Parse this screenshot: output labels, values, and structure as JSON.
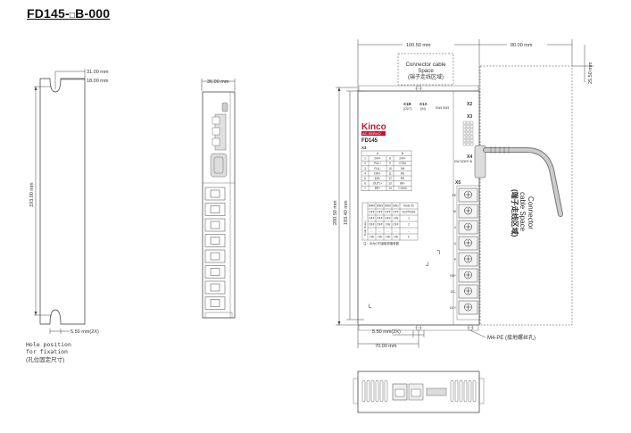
{
  "title": "FD145-",
  "title_box": "□",
  "title_suffix": "B-000",
  "left_view": {
    "dim_31": "31.00 mm",
    "dim_18": "18.00 mm",
    "dim_193": "193.00 mm",
    "dim_slot": "5.50 mm(2X)",
    "note_line1": "Hole position",
    "note_line2": "for fixation",
    "note_line3": "(孔位固定尺寸)"
  },
  "side_view": {
    "dim_36": "36.00 mm"
  },
  "front_view": {
    "dim_100": "100.50 mm",
    "dim_80": "80.00 mm",
    "dim_25": "25.50 mm",
    "dim_200": "200.50 mm",
    "dim_193": "193.40 mm",
    "dim_slot": "5.50 mm(2X)",
    "dim_70": "70.00 mm",
    "top_space_line1": "Connector cable",
    "top_space_line2": "Space",
    "top_space_line3": "(端子走线区域)",
    "right_space_line1": "Connector",
    "right_space_line2": "cable Space",
    "right_space_line3": "(端子走线区域)",
    "pe_label": "M4-PE (接地螺丝孔)",
    "brand": "Kinco",
    "ac_servo": "AC SERVO",
    "model": "FD145",
    "x1b_line1": "X1B",
    "x1b_line2": "(OUT)",
    "x1a_line1": "X1A",
    "x1a_line2": "(IN)",
    "sw_label": "SW4 SW3",
    "x2": "X2",
    "x3": "X3",
    "x4": "X4",
    "x4_sub": "ENCODER IN",
    "x5": "X5",
    "x3_col_a": "A",
    "x3_col_b": "B",
    "x3_rows": [
      [
        "1",
        "24V+",
        "8",
        "24V+"
      ],
      [
        "2",
        "PUL+",
        "9",
        "COM"
      ],
      [
        "3",
        "PUL-",
        "10",
        "SH"
      ],
      [
        "4",
        "DIR+",
        "11",
        "RS"
      ],
      [
        "5",
        "DIR-",
        "12",
        "RS"
      ],
      [
        "6",
        "OUT1+",
        "13",
        "BR-"
      ],
      [
        "7",
        "BR+",
        "14",
        "COM0"
      ]
    ],
    "sw_header": [
      "SW4",
      "SW3",
      "SW2",
      "SW1",
      "Node ID"
    ],
    "sw_side": "Node Rotary",
    "sw_rows": [
      [
        "OFF",
        "OFF",
        "OFF",
        "OFF",
        "ECPROM"
      ],
      [
        "OFF",
        "OFF",
        "OFF",
        "ON",
        "1"
      ],
      [
        "OFF",
        "OFF",
        "ON",
        "OFF",
        "2"
      ],
      [
        "...",
        "...",
        "...",
        "...",
        "..."
      ],
      [
        "ON",
        "ON",
        "ON",
        "ON",
        "F"
      ]
    ],
    "sw_note": "注：ID为0 时读取伺服参数",
    "x5_labels": [
      "PE",
      "W",
      "V",
      "U",
      "P",
      "RB+",
      "DC-",
      "DC+"
    ]
  }
}
